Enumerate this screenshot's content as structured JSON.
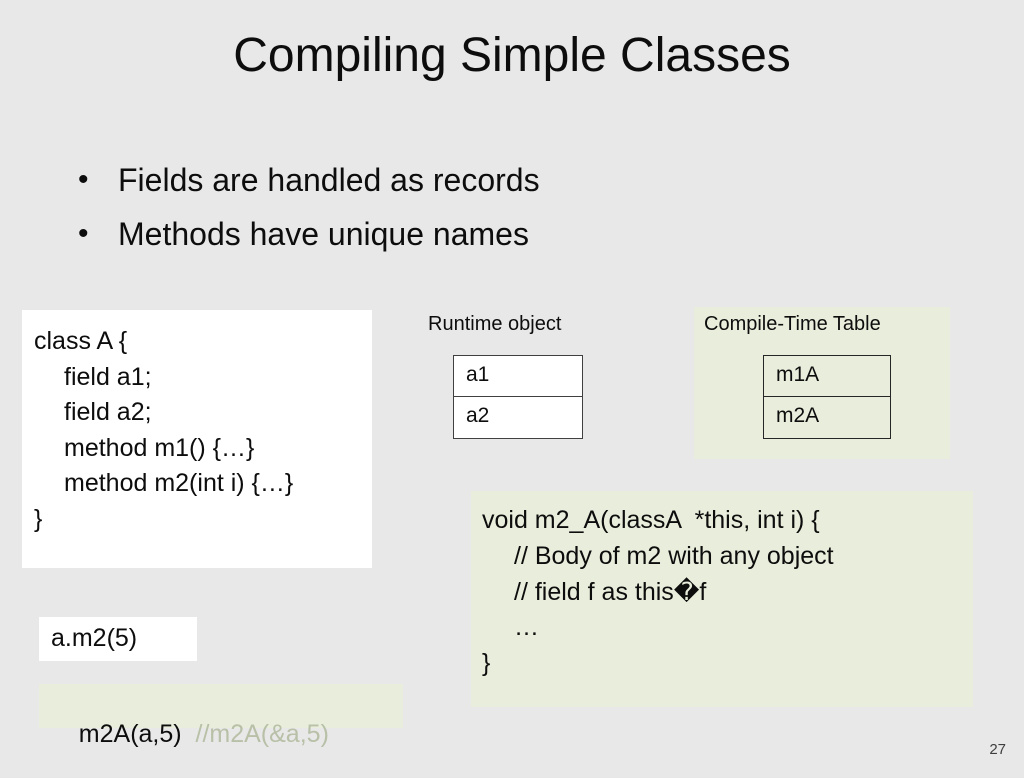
{
  "slide": {
    "title": "Compiling Simple Classes",
    "page_number": "27",
    "bullet_marker": "•",
    "bullets": [
      "Fields are handled as records",
      "Methods have unique names"
    ],
    "class_box": {
      "lines": [
        "class A {",
        "field a1;",
        "field a2;",
        "method m1() {…}",
        "method m2(int i) {…}",
        "}"
      ]
    },
    "runtime_object": {
      "label": "Runtime object",
      "rows": [
        "a1",
        "a2"
      ]
    },
    "compile_time_table": {
      "label": "Compile-Time Table",
      "rows": [
        "m1A",
        "m2A"
      ]
    },
    "function_panel": {
      "lines": [
        "void m2_A(classA  *this, int i) {",
        "// Body of m2 with any object",
        "// field f as this�f",
        "…",
        "}"
      ]
    },
    "call_example": "a.m2(5)",
    "call_translated": {
      "code": "m2A(a,5)",
      "comment": "//m2A(&a,5)"
    }
  }
}
